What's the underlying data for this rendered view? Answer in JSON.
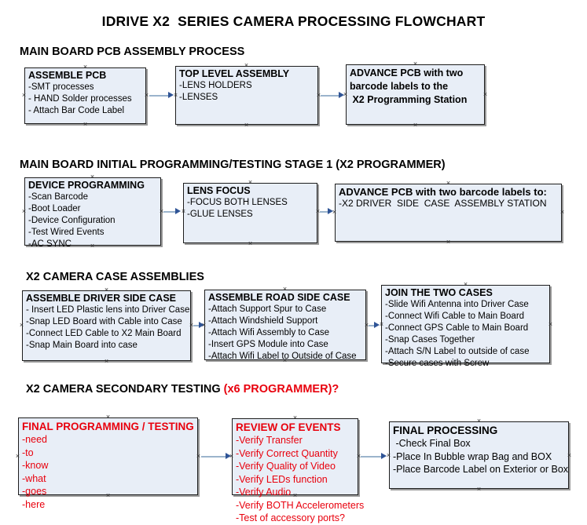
{
  "document": {
    "title": "IDRIVE X2  SERIES CAMERA PROCESSING FLOWCHART"
  },
  "sections": [
    {
      "heading": "MAIN BOARD PCB ASSEMBLY PROCESS",
      "heading_accent": "",
      "nodes": [
        {
          "title": "ASSEMBLE PCB",
          "lines": [
            "-SMT processes",
            "- HAND Solder processes",
            "- Attach Bar Code Label"
          ]
        },
        {
          "title": "TOP LEVEL ASSEMBLY",
          "lines": [
            "-LENS HOLDERS",
            "-LENSES"
          ]
        },
        {
          "title": "ADVANCE PCB with two",
          "lines": [
            "barcode labels to the",
            " X2 Programming Station"
          ]
        }
      ]
    },
    {
      "heading": "MAIN BOARD INITIAL PROGRAMMING/TESTING STAGE 1 (X2 PROGRAMMER)",
      "heading_accent": "",
      "nodes": [
        {
          "title": "DEVICE PROGRAMMING",
          "lines": [
            "-Scan Barcode",
            "-Boot Loader",
            "-Device Configuration",
            "-Test Wired Events",
            "-AC SYNC"
          ]
        },
        {
          "title": "LENS FOCUS",
          "lines": [
            "-FOCUS BOTH LENSES",
            "-GLUE LENSES"
          ]
        },
        {
          "title": "ADVANCE PCB with two barcode labels to:",
          "lines": [
            "-X2 DRIVER  SIDE  CASE  ASSEMBLY STATION"
          ]
        }
      ]
    },
    {
      "heading": "X2 CAMERA CASE ASSEMBLIES",
      "heading_accent": "",
      "nodes": [
        {
          "title": "ASSEMBLE DRIVER SIDE CASE",
          "lines": [
            "- Insert LED Plastic lens into Driver Case",
            "-Snap LED Board with Cable into Case",
            "-Connect LED Cable to X2 Main Board",
            "-Snap Main Board into case"
          ]
        },
        {
          "title": "ASSEMBLE ROAD SIDE CASE",
          "lines": [
            "-Attach Support Spur to Case",
            "-Attach Windshield Support",
            "-Attach Wifi Assembly to Case",
            "-Insert GPS Module into Case",
            "-Attach Wifi Label to Outside of Case"
          ]
        },
        {
          "title": "JOIN THE TWO CASES",
          "lines": [
            "-Slide Wifi Antenna into Driver Case",
            "-Connect Wifi Cable to Main Board",
            "-Connect GPS Cable to Main Board",
            "-Snap Cases Together",
            "-Attach S/N Label to outside of case",
            "-Secure cases with Screw"
          ]
        }
      ]
    },
    {
      "heading": "X2 CAMERA SECONDARY TESTING ",
      "heading_accent": "(x6 PROGRAMMER)?",
      "nodes": [
        {
          "title": "FINAL PROGRAMMING / TESTING",
          "lines": [
            "-need",
            "-to",
            "-know",
            "-what",
            "-goes",
            "-here"
          ]
        },
        {
          "title": "REVIEW OF EVENTS",
          "lines": [
            "-Verify Transfer",
            "-Verify Correct Quantity",
            "-Verify Quality of Video",
            "-Verify LEDs function",
            "-Verify Audio",
            "-Verify BOTH Accelerometers",
            "-Test of accessory ports?"
          ]
        },
        {
          "title": "FINAL PROCESSING",
          "lines": [
            " -Check Final Box",
            "-Place In Bubble wrap Bag and BOX",
            "-Place Barcode Label on Exterior or Box"
          ]
        }
      ]
    }
  ],
  "colors": {
    "node_fill": "#e8eef7",
    "node_border": "#1d1d1d",
    "connector": "#9bb4cc",
    "arrow": "#2f5496",
    "accent_red": "#e8000d",
    "text": "#000000"
  },
  "icons": {
    "handle": "resize-handle-icon",
    "arrow": "arrow-right-icon"
  }
}
